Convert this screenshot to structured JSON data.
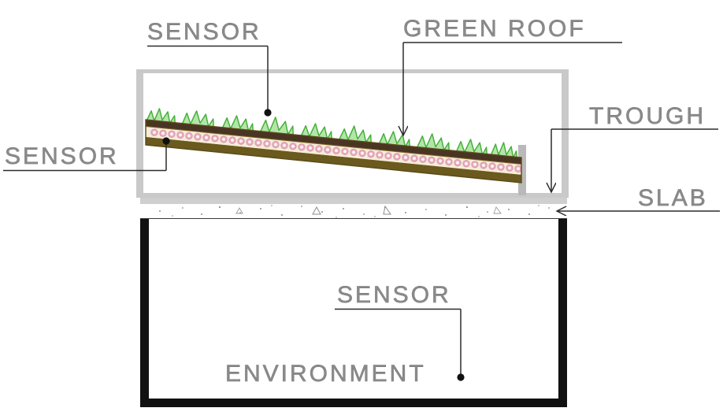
{
  "diagram": {
    "title": "Green roof experimental setup cross-section",
    "type": "technical-cross-section-diagram",
    "background_color": "#ffffff"
  },
  "labels": {
    "sensor_top": "SENSOR",
    "green_roof": "GREEN ROOF",
    "sensor_left": "SENSOR",
    "trough": "TROUGH",
    "slab": "SLAB",
    "sensor_environment": "SENSOR",
    "environment": "ENVIRONMENT"
  },
  "components": {
    "enclosure": {
      "name": "green roof enclosure frame",
      "color": "#c9c9c9"
    },
    "vegetation": {
      "name": "sedum vegetation layer",
      "color": "#55c044"
    },
    "substrate": {
      "name": "growing substrate / soil layer",
      "color": "#4a3524"
    },
    "drainage": {
      "name": "drainage bead layer",
      "bead_color": "#e8a9bd",
      "bead_core": "#fdf2f6"
    },
    "base_panel": {
      "name": "sloped roof base panel",
      "color": "#7d6a23"
    },
    "trough_post": {
      "name": "water collection trough",
      "color": "#b9b9b9"
    },
    "slab": {
      "name": "concrete slab",
      "color": "#cfcfcf",
      "fill": "#ffffff"
    },
    "chamber": {
      "name": "environment test chamber walls",
      "color": "#111111"
    }
  },
  "sensors": [
    {
      "id": "sensor-roof-surface",
      "label": "SENSOR",
      "marker": "dot"
    },
    {
      "id": "sensor-roof-base",
      "label": "SENSOR",
      "marker": "dot"
    },
    {
      "id": "sensor-environment",
      "label": "SENSOR",
      "marker": "dot"
    }
  ],
  "leaders": [
    {
      "id": "leader-sensor-top",
      "style": "line-with-dot"
    },
    {
      "id": "leader-green-roof",
      "style": "line-with-arrow"
    },
    {
      "id": "leader-sensor-left",
      "style": "line-with-dot"
    },
    {
      "id": "leader-trough",
      "style": "line-with-arrow"
    },
    {
      "id": "leader-slab",
      "style": "line-with-arrow"
    },
    {
      "id": "leader-sensor-environment",
      "style": "line-with-dot"
    }
  ],
  "colors": {
    "text": "#8a8a8a",
    "leader_line": "#2b2b2b",
    "chamber_wall": "#111111",
    "enclosure": "#c9c9c9",
    "green": "#55c044",
    "soil": "#4a3524",
    "bead": "#e8a9bd"
  }
}
